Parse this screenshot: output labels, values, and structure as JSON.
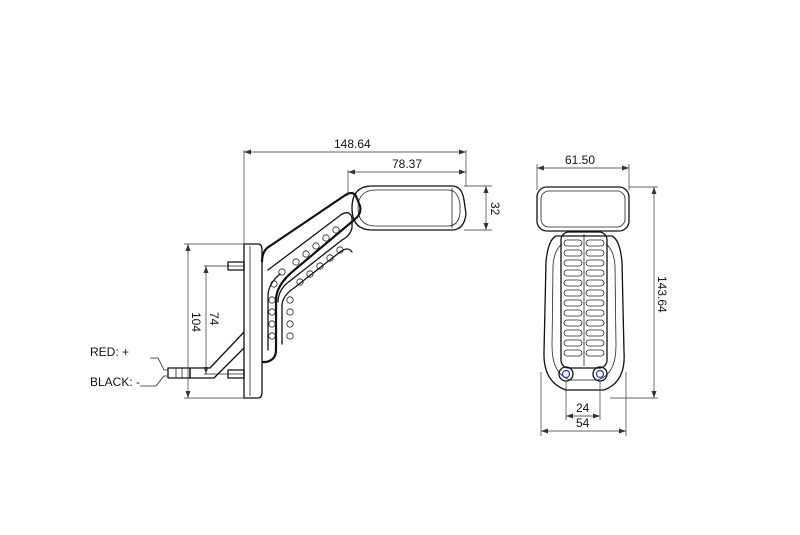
{
  "side_view": {
    "dim_width": "148.64",
    "dim_head_length": "78.37",
    "dim_head_height": "32",
    "dim_hole_spacing": "74",
    "dim_base_height": "104",
    "wire_red": "RED: +",
    "wire_black": "BLACK: -"
  },
  "front_view": {
    "dim_top_width": "61.50",
    "dim_total_height": "143.64",
    "dim_hole_spacing": "24",
    "dim_base_width": "54"
  },
  "colors": {
    "line": "#111111",
    "screw_accent": "#2b3f8f"
  }
}
